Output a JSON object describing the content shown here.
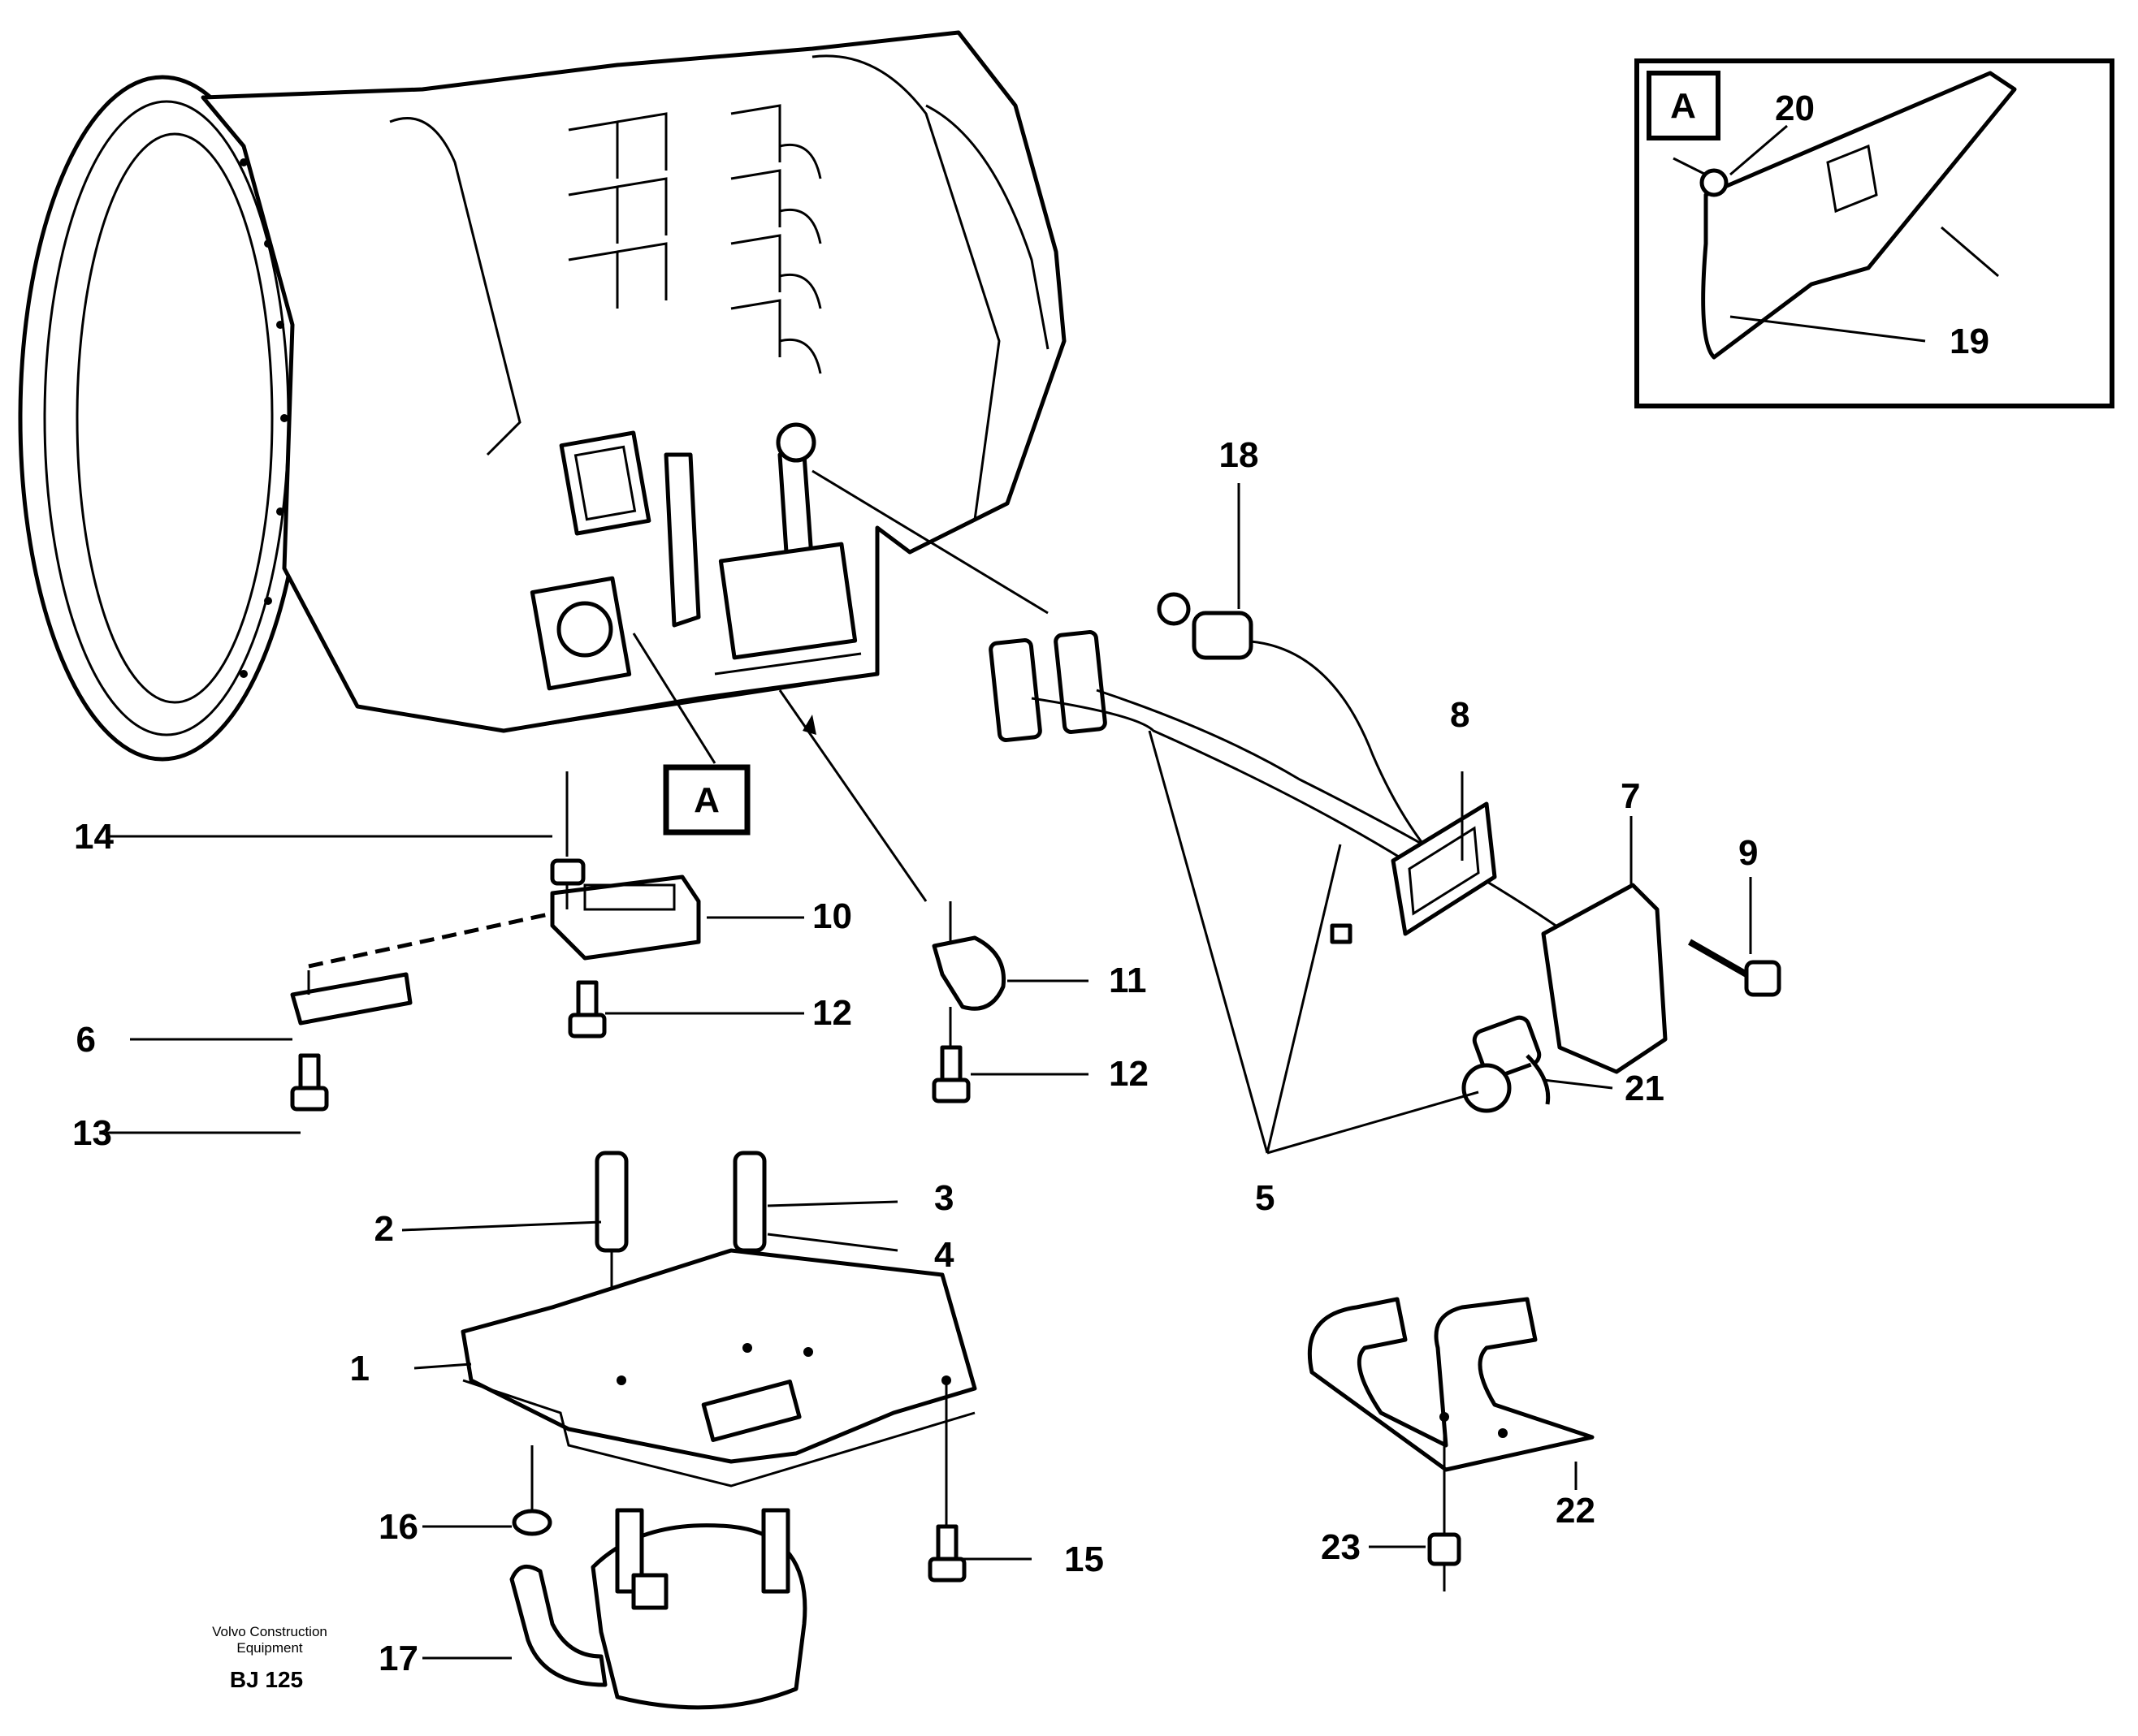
{
  "diagram": {
    "callouts": {
      "c1": "1",
      "c2": "2",
      "c3": "3",
      "c4": "4",
      "c5": "5",
      "c6": "6",
      "c7": "7",
      "c8": "8",
      "c9": "9",
      "c10": "10",
      "c11": "11",
      "c12a": "12",
      "c12b": "12",
      "c13": "13",
      "c14": "14",
      "c15": "15",
      "c16": "16",
      "c17": "17",
      "c18": "18",
      "c19": "19",
      "c20": "20",
      "c21": "21",
      "c22": "22",
      "c23": "23"
    },
    "detail_box_label": "A",
    "detail_ref_label": "A",
    "credit_line1": "Volvo Construction",
    "credit_line2": "Equipment",
    "figure_code": "BJ 125"
  }
}
